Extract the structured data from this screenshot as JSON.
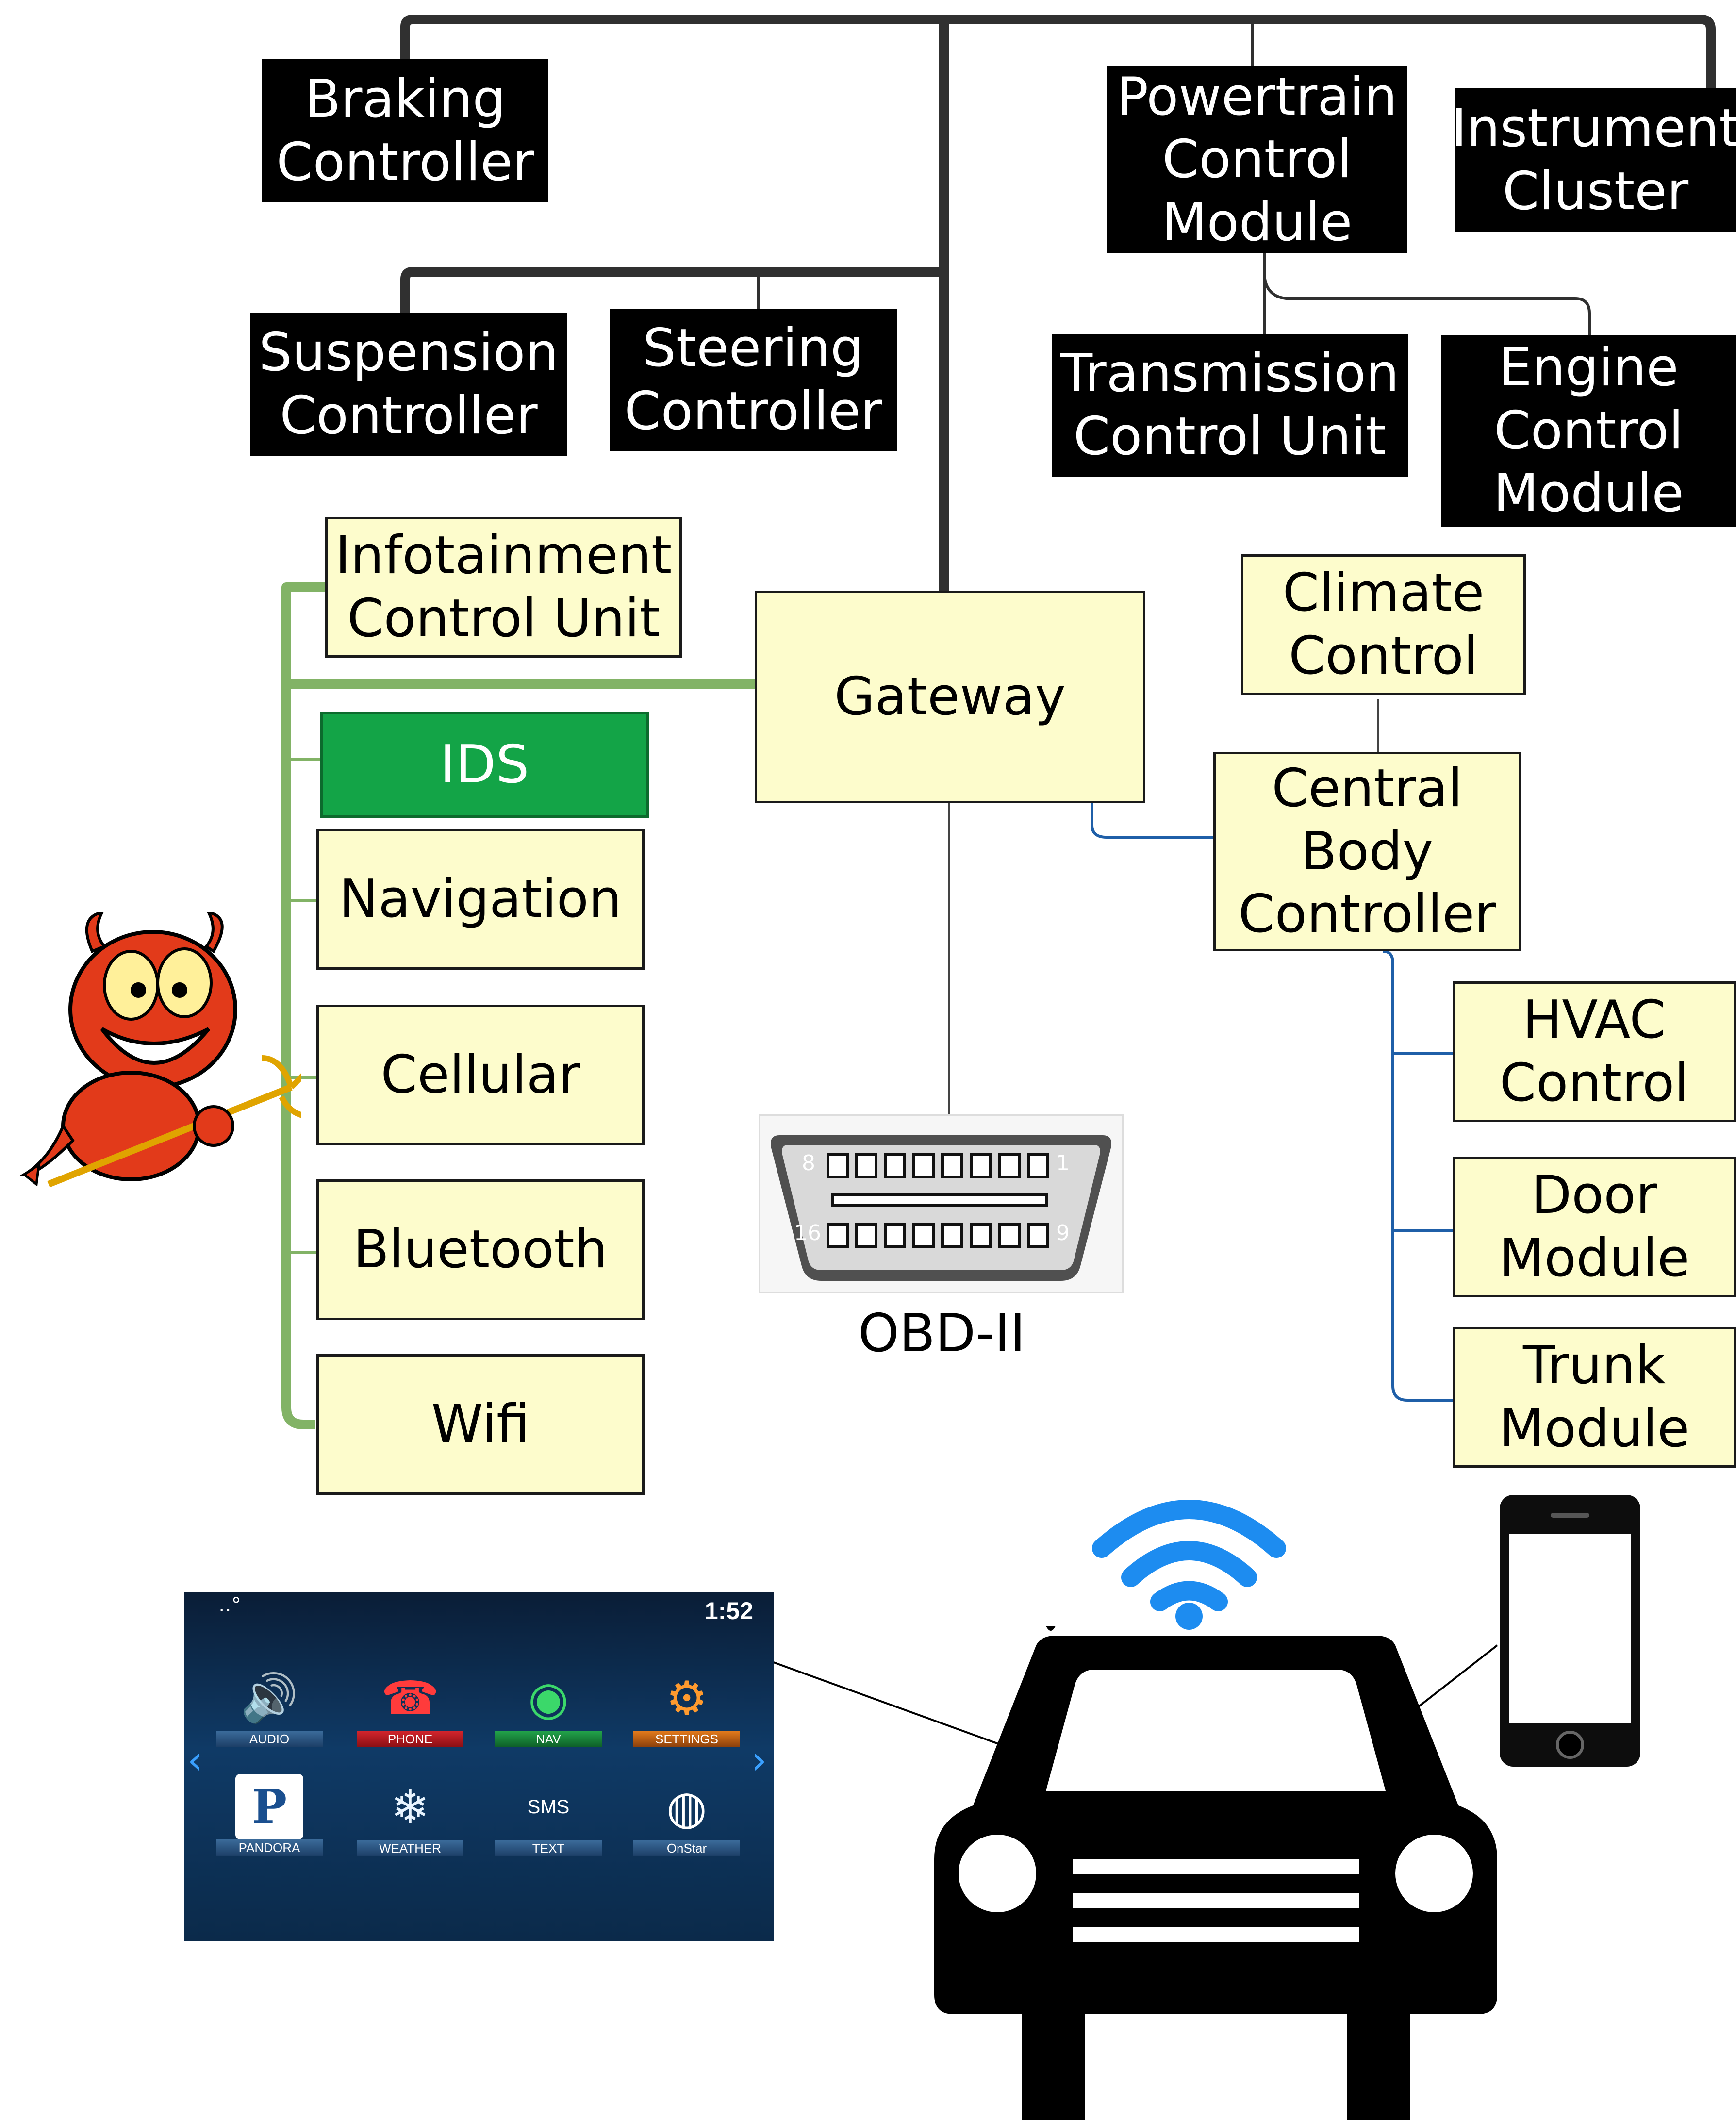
{
  "diagram": {
    "black_nodes": [
      {
        "id": "braking",
        "label": "Braking\nController"
      },
      {
        "id": "powertrain",
        "label": "Powertrain\nControl\nModule"
      },
      {
        "id": "instrument",
        "label": "Instrument\nCluster"
      },
      {
        "id": "suspension",
        "label": "Suspension\nController"
      },
      {
        "id": "steering",
        "label": "Steering\nController"
      },
      {
        "id": "transmission",
        "label": "Transmission\nControl Unit"
      },
      {
        "id": "engine",
        "label": "Engine\nControl\nModule"
      }
    ],
    "yellow_nodes": [
      {
        "id": "infotainment",
        "label": "Infotainment\nControl Unit"
      },
      {
        "id": "gateway",
        "label": "Gateway"
      },
      {
        "id": "climate",
        "label": "Climate\nControl"
      },
      {
        "id": "central_body",
        "label": "Central\nBody\nController"
      },
      {
        "id": "navigation",
        "label": "Navigation"
      },
      {
        "id": "cellular",
        "label": "Cellular"
      },
      {
        "id": "bluetooth",
        "label": "Bluetooth"
      },
      {
        "id": "wifi",
        "label": "Wifi"
      },
      {
        "id": "hvac",
        "label": "HVAC\nControl"
      },
      {
        "id": "door",
        "label": "Door\nModule"
      },
      {
        "id": "trunk",
        "label": "Trunk\nModule"
      }
    ],
    "ids_node": {
      "id": "ids",
      "label": "IDS"
    },
    "obd": {
      "label": "OBD-II",
      "pin_labels": [
        "8",
        "1",
        "16",
        "9"
      ]
    },
    "colors": {
      "bus_black": "#303030",
      "bus_green": "#82b366",
      "bus_blue": "#1f5fa8",
      "node_yellow": "#fdfccc",
      "ids_green": "#13a447",
      "wifi_blue": "#1d8cf0",
      "devil_red": "#e23a1a"
    }
  },
  "infotainment_screen": {
    "clock": "1:52",
    "apps": [
      {
        "label": "AUDIO",
        "icon": "speaker-icon"
      },
      {
        "label": "PHONE",
        "icon": "phone-icon"
      },
      {
        "label": "NAV",
        "icon": "navigation-icon"
      },
      {
        "label": "SETTINGS",
        "icon": "gear-icon"
      },
      {
        "label": "PANDORA",
        "icon": "pandora-icon",
        "badge": "P"
      },
      {
        "label": "WEATHER",
        "icon": "snowflake-icon"
      },
      {
        "label": "TEXT",
        "icon": "sms-icon",
        "badge": "SMS"
      },
      {
        "label": "OnStar",
        "icon": "onstar-icon"
      }
    ]
  },
  "illustrations": [
    "devil-attacker-icon",
    "car-icon",
    "wifi-icon",
    "smartphone-icon",
    "obd-connector-icon"
  ]
}
